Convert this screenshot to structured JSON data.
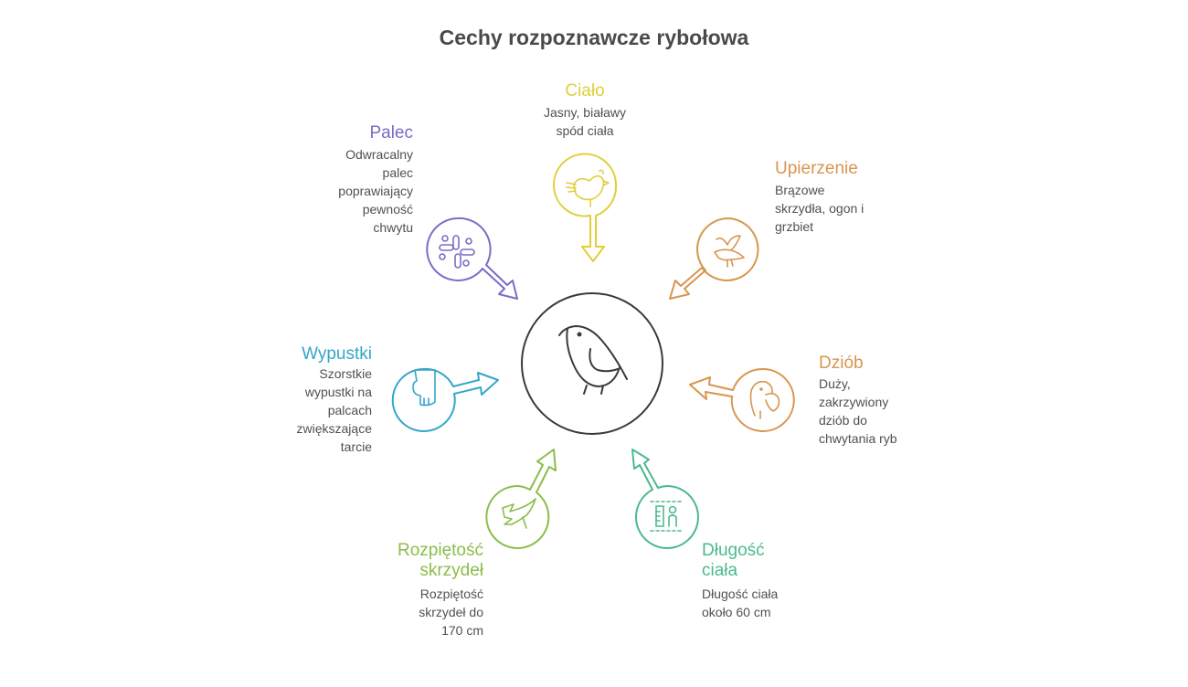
{
  "title": "Cechy rozpoznawcze rybołowa",
  "center": {
    "icon": "bird-icon",
    "color": "#3a3a3a"
  },
  "items": [
    {
      "id": "cialo",
      "title": "Ciało",
      "description": [
        "Jasny, białawy",
        "spód ciała"
      ],
      "icon": "chicken-icon",
      "color": "#e0cf3a"
    },
    {
      "id": "palec",
      "title": "Palec",
      "description": [
        "Odwracalny",
        "palec",
        "poprawiający",
        "pewność",
        "chwytu"
      ],
      "icon": "grip-symbol-icon",
      "color": "#7d6bc6"
    },
    {
      "id": "upierzenie",
      "title": "Upierzenie",
      "description": [
        "Brązowe",
        "skrzydła, ogon i",
        "grzbiet"
      ],
      "icon": "eagle-icon",
      "color": "#d9954e"
    },
    {
      "id": "dziob",
      "title": "Dziób",
      "description": [
        "Duży,",
        "zakrzywiony",
        "dziób do",
        "chwytania ryb"
      ],
      "icon": "duck-head-icon",
      "color": "#d9954e"
    },
    {
      "id": "wypustki",
      "title": "Wypustki",
      "description": [
        "Szorstkie",
        "wypustki na",
        "palcach",
        "zwiększające",
        "tarcie"
      ],
      "icon": "hand-icon",
      "color": "#35a6c9"
    },
    {
      "id": "rozpietosc",
      "title": "Rozpiętość skrzydeł",
      "title_lines": [
        "Rozpiętość",
        "skrzydeł"
      ],
      "description": [
        "Rozpiętość",
        "skrzydeł do",
        "170 cm"
      ],
      "icon": "pterodactyl-icon",
      "color": "#8bbd4a"
    },
    {
      "id": "dlugosc",
      "title": "Długość ciała",
      "title_lines": [
        "Długość",
        "ciała"
      ],
      "description": [
        "Długość ciała",
        "około 60 cm"
      ],
      "icon": "height-measure-icon",
      "color": "#4cba8c"
    }
  ]
}
